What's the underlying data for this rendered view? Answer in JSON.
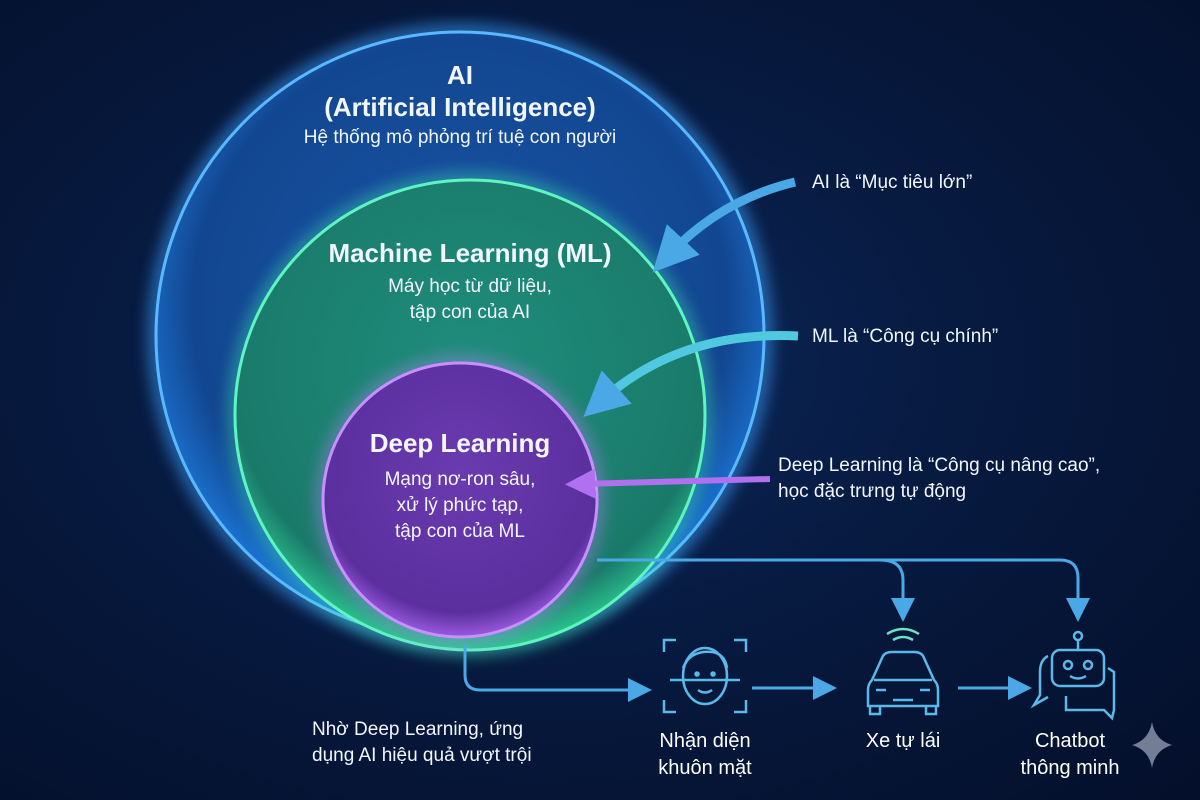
{
  "ai": {
    "title": "AI",
    "subtitle": "(Artificial Intelligence)",
    "description": "Hệ thống mô phỏng trí tuệ con người"
  },
  "ml": {
    "title": "Machine Learning (ML)",
    "description_line1": "Máy học từ dữ liệu,",
    "description_line2": "tập con của AI"
  },
  "dl": {
    "title": "Deep Learning",
    "description_line1": "Mạng nơ-ron sâu,",
    "description_line2": "xử lý phức tạp,",
    "description_line3": "tập con của ML"
  },
  "notes": {
    "ai_note": "AI là “Mục tiêu lớn”",
    "ml_note": "ML là “Công cụ chính”",
    "dl_note_line1": "Deep Learning là “Công cụ nâng cao”,",
    "dl_note_line2": "học đặc trưng tự động",
    "apps_note_line1": "Nhờ Deep Learning, ứng",
    "apps_note_line2": "dụng AI hiệu quả vượt trội"
  },
  "applications": [
    {
      "icon": "face-recognition-icon",
      "line1": "Nhận diện",
      "line2": "khuôn mặt"
    },
    {
      "icon": "self-driving-car-icon",
      "line1": "Xe tự lái",
      "line2": ""
    },
    {
      "icon": "chatbot-icon",
      "line1": "Chatbot",
      "line2": "thông minh"
    }
  ],
  "colors": {
    "ai": "#2f8fe8",
    "ml": "#2fd39a",
    "dl": "#a056e0",
    "arrow": "#4aa8e6"
  }
}
